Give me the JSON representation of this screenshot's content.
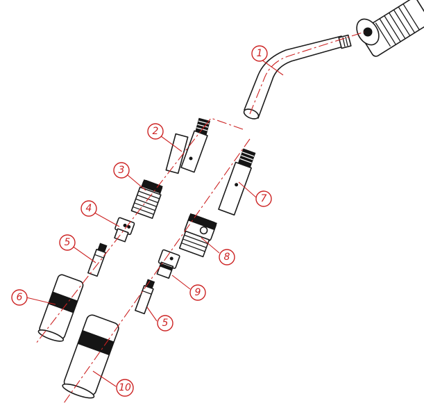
{
  "callouts": {
    "c1": "1",
    "c2": "2",
    "c3": "3",
    "c4": "4",
    "c5a": "5",
    "c5b": "5",
    "c6": "6",
    "c7": "7",
    "c8": "8",
    "c9": "9",
    "c10": "10"
  },
  "colors": {
    "outline": "#1a1a1a",
    "callout_red": "#cc2222",
    "band_black": "#151515"
  }
}
